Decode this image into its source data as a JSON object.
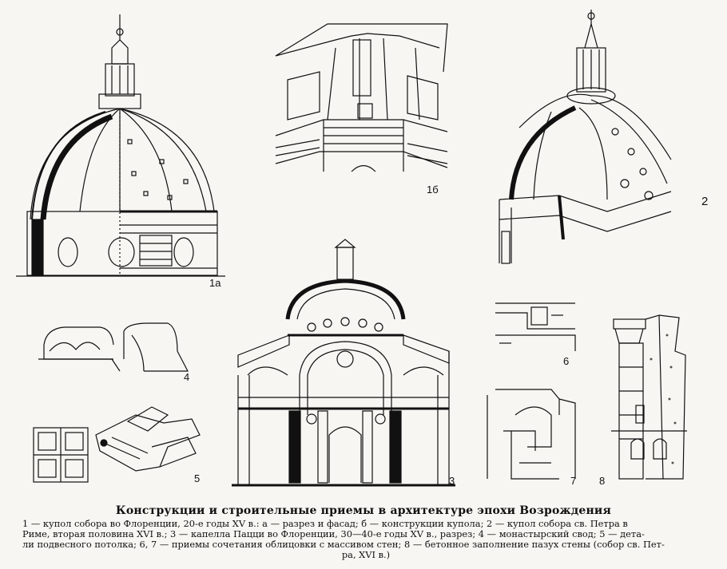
{
  "figure_labels": {
    "f1a": "1а",
    "f1b": "1б",
    "f2": "2",
    "f3": "3",
    "f4": "4",
    "f5": "5",
    "f6": "6",
    "f7": "7",
    "f8": "8"
  },
  "caption": {
    "title": "Конструкции и строительные приемы в архитектуре эпохи Возрождения",
    "lines": [
      "1 — купол собора во Флоренции, 20-е годы XV в.: а — разрез и фасад; б — конструкции купола; 2 — купол собора св. Петра в",
      "Риме, вторая половина XVI в.; 3 — капелла Пацци во Флоренции, 30—40-е годы XV в., разрез; 4 — монастырский свод; 5 — дета-",
      "ли подвесного потолка; 6, 7 — приемы сочетания облицовки с массивом стен; 8 — бетонное заполнение пазух стены (собор св. Пет-"
    ],
    "last_line": "ра, XVI в.)"
  }
}
